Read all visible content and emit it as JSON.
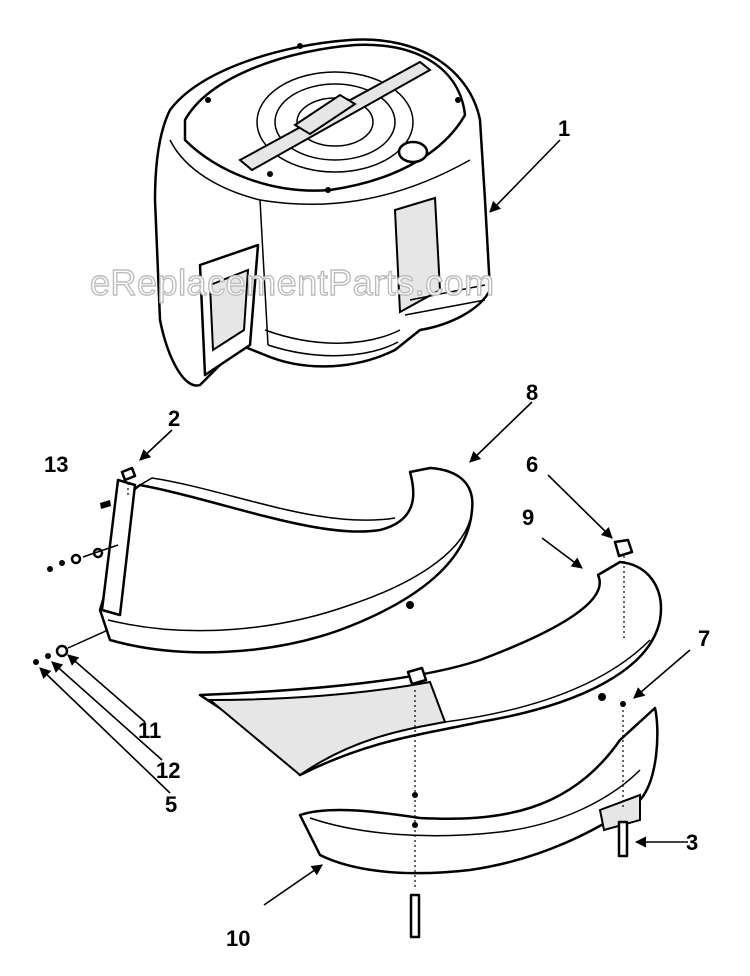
{
  "watermark": "eReplacementParts.com",
  "callouts": {
    "c1": "1",
    "c2": "2",
    "c3": "3",
    "c5": "5",
    "c6": "6",
    "c7": "7",
    "c8": "8",
    "c9": "9",
    "c10": "10",
    "c11": "11",
    "c12": "12",
    "c13": "13"
  }
}
